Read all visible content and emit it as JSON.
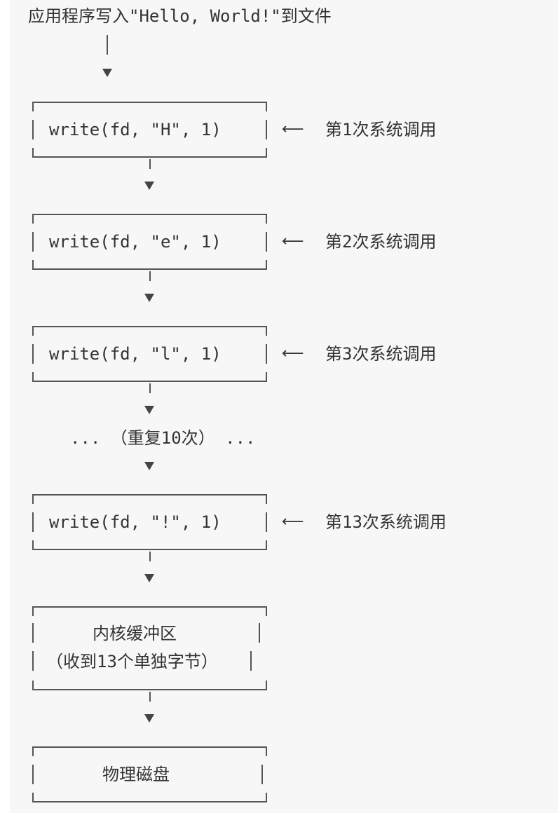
{
  "title": "应用程序写入\"Hello, World!\"到文件",
  "calls": [
    {
      "code": "write(fd, \"H\", 1)",
      "label": "第1次系统调用"
    },
    {
      "code": "write(fd, \"e\", 1)",
      "label": "第2次系统调用"
    },
    {
      "code": "write(fd, \"l\", 1)",
      "label": "第3次系统调用"
    },
    {
      "code": "write(fd, \"!\", 1)",
      "label": "第13次系统调用"
    }
  ],
  "ellipsis": "... （重复10次） ...",
  "buffer": {
    "line1": "内核缓冲区",
    "line2": "（收到13个单独字节）"
  },
  "disk": "物理磁盘",
  "arrow_left": "⟵"
}
